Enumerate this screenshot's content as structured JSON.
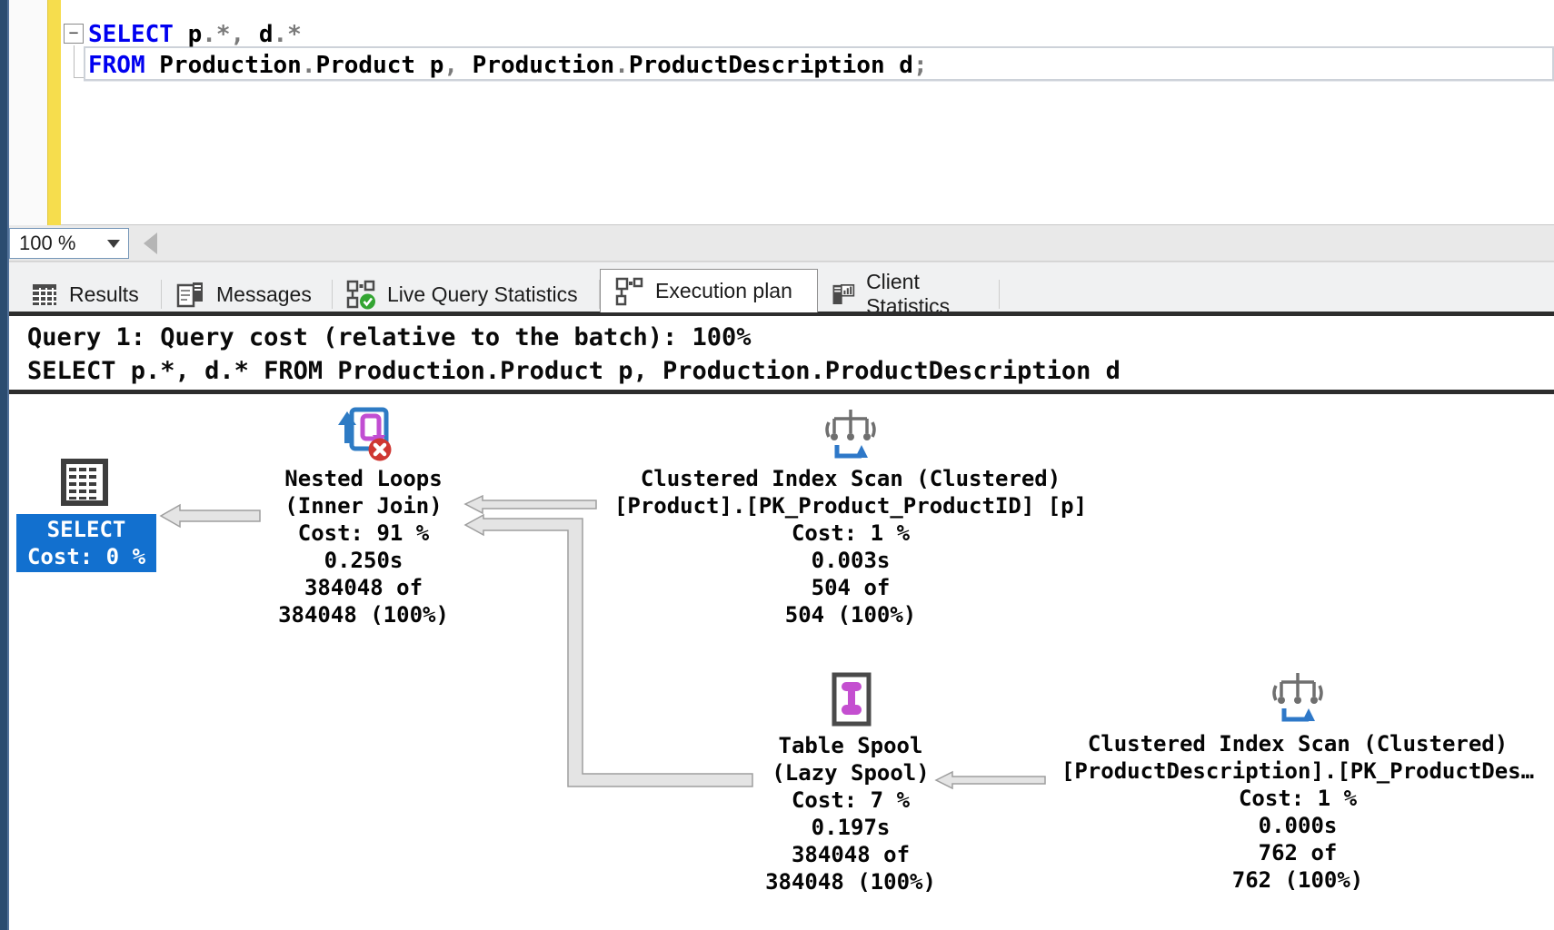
{
  "colors": {
    "select-node-blue": "#1270cf",
    "keyword-blue": "#0000f0",
    "change-bar-yellow": "#f6dd4d",
    "window-edge-navy": "#2b4c70",
    "arrow-fill": "#e4e4e4",
    "arrow-stroke": "#9e9e9e"
  },
  "editor": {
    "collapse_glyph": "−",
    "lines": [
      {
        "tokens": [
          {
            "t": "SELECT",
            "c": "kw"
          },
          {
            "t": " p",
            "c": "id"
          },
          {
            "t": ".",
            "c": "op"
          },
          {
            "t": "*",
            "c": "op"
          },
          {
            "t": ",",
            "c": "op"
          },
          {
            "t": " d",
            "c": "id"
          },
          {
            "t": ".",
            "c": "op"
          },
          {
            "t": "*",
            "c": "op"
          }
        ]
      },
      {
        "tokens": [
          {
            "t": "FROM",
            "c": "kw"
          },
          {
            "t": " Production",
            "c": "id"
          },
          {
            "t": ".",
            "c": "op"
          },
          {
            "t": "Product p",
            "c": "id"
          },
          {
            "t": ",",
            "c": "op"
          },
          {
            "t": " Production",
            "c": "id"
          },
          {
            "t": ".",
            "c": "op"
          },
          {
            "t": "ProductDescription d",
            "c": "id"
          },
          {
            "t": ";",
            "c": "op"
          }
        ]
      }
    ]
  },
  "zoom_bar": {
    "value": "100 %"
  },
  "tabs": [
    {
      "label": "Results",
      "selected": false
    },
    {
      "label": "Messages",
      "selected": false
    },
    {
      "label": "Live Query Statistics",
      "selected": false
    },
    {
      "label": "Execution plan",
      "selected": true
    },
    {
      "label": "Client Statistics",
      "selected": false
    }
  ],
  "plan_header": {
    "line1": "Query 1: Query cost (relative to the batch): 100%",
    "line2": "SELECT p.*, d.* FROM Production.Product p, Production.ProductDescription d"
  },
  "plan": {
    "nodes": {
      "select": {
        "lines": [
          "SELECT",
          "Cost: 0 %"
        ]
      },
      "nested_loops": {
        "lines": [
          "Nested Loops",
          "(Inner Join)",
          "Cost: 91 %",
          "0.250s",
          "384048 of",
          "384048 (100%)"
        ]
      },
      "cis_product": {
        "lines": [
          "Clustered Index Scan (Clustered)",
          "[Product].[PK_Product_ProductID] [p]",
          "Cost: 1 %",
          "0.003s",
          "504 of",
          "504 (100%)"
        ]
      },
      "table_spool": {
        "lines": [
          "Table Spool",
          "(Lazy Spool)",
          "Cost: 7 %",
          "0.197s",
          "384048 of",
          "384048 (100%)"
        ]
      },
      "cis_productdescription": {
        "lines": [
          "Clustered Index Scan (Clustered)",
          "[ProductDescription].[PK_ProductDes…",
          "Cost: 1 %",
          "0.000s",
          "762 of",
          "762 (100%)"
        ]
      }
    }
  }
}
